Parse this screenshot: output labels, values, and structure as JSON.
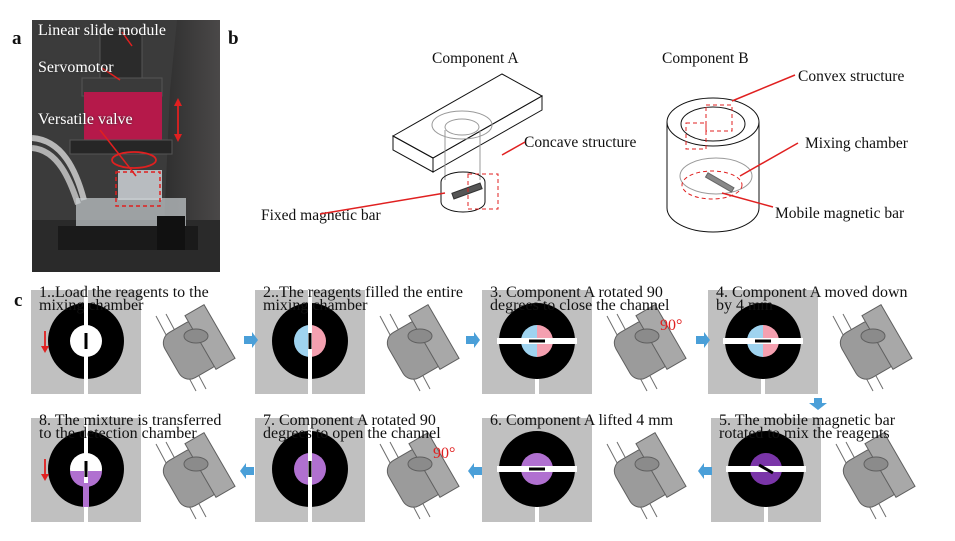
{
  "figure": {
    "panel_letters": {
      "a": "a",
      "b": "b",
      "c": "c"
    },
    "panel_a": {
      "labels": {
        "linear_slide_module": "Linear slide module",
        "servomotor": "Servomotor",
        "versatile_valve": "Versatile valve"
      },
      "colors": {
        "servo_body": "#b5194a",
        "annotation": "#e02020"
      }
    },
    "panel_b": {
      "component_a": {
        "title": "Component A",
        "labels": {
          "concave_structure": "Concave structure",
          "fixed_magnetic_bar": "Fixed magnetic bar"
        }
      },
      "component_b": {
        "title": "Component B",
        "labels": {
          "convex_structure": "Convex structure",
          "mixing_chamber": "Mixing chamber",
          "mobile_magnetic_bar": "Mobile magnetic bar"
        }
      }
    },
    "panel_c": {
      "steps": [
        {
          "number": 1,
          "line1": "1..Load the reagents to the",
          "line2": "mixing chamber",
          "fill": "empty",
          "channel": "open",
          "bar": "vertical"
        },
        {
          "number": 2,
          "line1": "2..The reagents filled the entire",
          "line2": "mixing chamber",
          "fill": "blue-pink",
          "channel": "open",
          "bar": "vertical"
        },
        {
          "number": 3,
          "line1": "3. Component A rotated 90",
          "line2": "degrees to close the channel",
          "fill": "blue-pink",
          "channel": "closed",
          "bar": "horizontal",
          "angle_label": "90°"
        },
        {
          "number": 4,
          "line1": "4. Component A moved down",
          "line2": "by 4 mm",
          "fill": "blue-pink",
          "channel": "closed",
          "bar": "horizontal"
        },
        {
          "number": 5,
          "line1": "5. The mobile magnetic bar",
          "line2": "rotated to mix the reagents",
          "fill": "mixed-dark",
          "channel": "closed",
          "bar": "diagonal"
        },
        {
          "number": 6,
          "line1": "6. Component A lifted 4 mm",
          "line2": "",
          "fill": "mixed",
          "channel": "closed",
          "bar": "horizontal"
        },
        {
          "number": 7,
          "line1": "7. Component A rotated 90",
          "line2": "degrees to open the channel",
          "fill": "mixed",
          "channel": "open",
          "bar": "vertical",
          "angle_label": "90°"
        },
        {
          "number": 8,
          "line1": "8. The mixture is transferred",
          "line2": "to the detection chamber",
          "fill": "empty-draining",
          "channel": "open",
          "bar": "vertical"
        }
      ],
      "colors": {
        "background": "#c0c0c0",
        "ring": "#000000",
        "reagent_blue": "#9fd3ef",
        "reagent_pink": "#f4a0b0",
        "mixture": "#b070d0",
        "mixture_dark": "#7a35a8",
        "flow_arrow": "#4a9fd8",
        "annotation": "#e02020"
      }
    }
  }
}
